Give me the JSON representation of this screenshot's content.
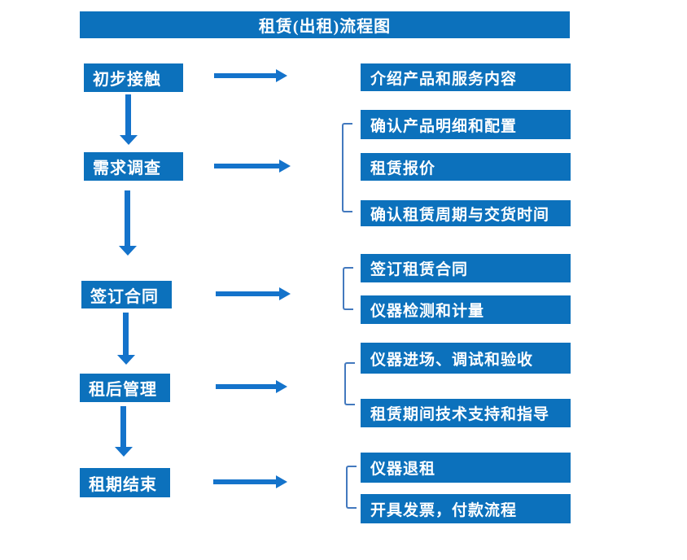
{
  "title": "租赁(出租)流程图",
  "colors": {
    "box-blue": "#0C71BC",
    "arrow-blue": "#1473CB",
    "bracket-blue": "#4379BE"
  },
  "steps": [
    {
      "label": "初步接触",
      "outputs": [
        "介绍产品和服务内容"
      ]
    },
    {
      "label": "需求调查",
      "outputs": [
        "确认产品明细和配置",
        "租赁报价",
        "确认租赁周期与交货时间"
      ]
    },
    {
      "label": "签订合同",
      "outputs": [
        "签订租赁合同",
        "仪器检测和计量"
      ]
    },
    {
      "label": "租后管理",
      "outputs": [
        "仪器进场、调试和验收",
        "租赁期间技术支持和指导"
      ]
    },
    {
      "label": "租期结束",
      "outputs": [
        "仪器退租",
        "开具发票，付款流程"
      ]
    }
  ]
}
